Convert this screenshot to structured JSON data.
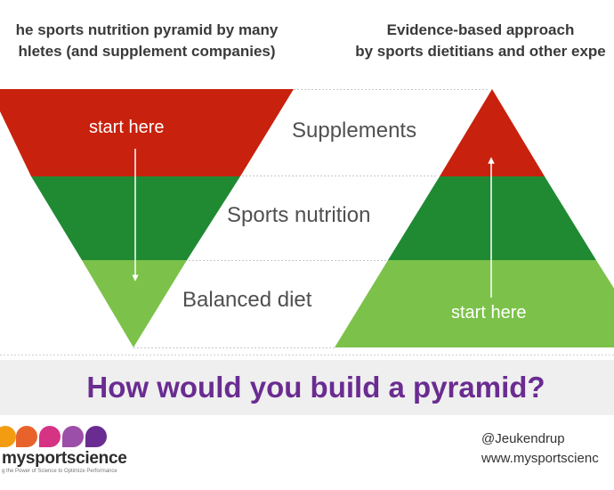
{
  "headings": {
    "left": [
      "he sports nutrition pyramid by many",
      "hletes (and supplement companies)"
    ],
    "right": [
      "Evidence-based approach",
      "by sports dietitians and other expe"
    ]
  },
  "tiers": {
    "top": "Supplements",
    "middle": "Sports nutrition",
    "bottom": "Balanced diet"
  },
  "start_labels": {
    "left": "start here",
    "right": "start here"
  },
  "colors": {
    "supplements": "#c8210d",
    "sports_nutrition": "#1f8a32",
    "balanced_diet": "#7cc24a",
    "question": "#6a2c91",
    "band": "#efefef"
  },
  "question": "How would you build a pyramid?",
  "logo": {
    "name": "mysportscience",
    "tagline": "g the Power of Science to Optimize Performance",
    "drop_colors": [
      "#f6b800",
      "#f39c12",
      "#e8632b",
      "#d63384",
      "#9b4fa8",
      "#6a2c91"
    ]
  },
  "contact": {
    "handle": "@Jeukendrup",
    "website": "www.mysportscienc"
  }
}
